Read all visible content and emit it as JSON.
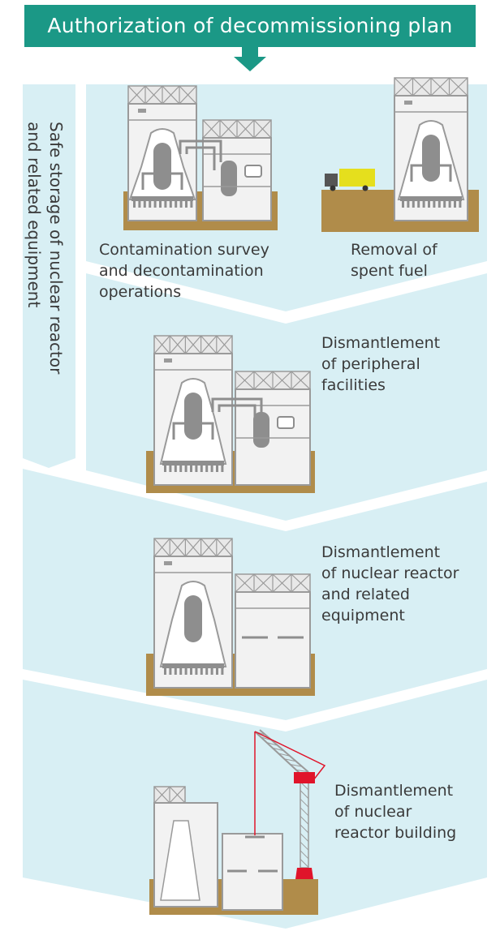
{
  "header": {
    "title": "Authorization of decommissioning plan"
  },
  "side_label": {
    "lines": [
      "Safe storage of nuclear reactor",
      "and related equipment"
    ]
  },
  "steps": [
    {
      "lines": [
        "Contamination survey",
        "and decontamination",
        "operations"
      ]
    },
    {
      "lines": [
        "Removal of",
        "spent fuel"
      ]
    },
    {
      "lines": [
        "Dismantlement",
        "of peripheral",
        "facilities"
      ]
    },
    {
      "lines": [
        "Dismantlement",
        "of nuclear reactor",
        "and related",
        "equipment"
      ]
    },
    {
      "lines": [
        "Dismantlement",
        "of nuclear",
        "reactor building"
      ]
    }
  ],
  "colors": {
    "banner": "#1b9886",
    "band": "#d8eff4",
    "ground": "#b08c4a",
    "building": "#f2f2f2",
    "outline": "#9a9a9a",
    "vessel": "#8e8e8e",
    "crane_line": "#e0142a",
    "truck_cargo": "#e5df1d",
    "truck_cab": "#555555"
  }
}
